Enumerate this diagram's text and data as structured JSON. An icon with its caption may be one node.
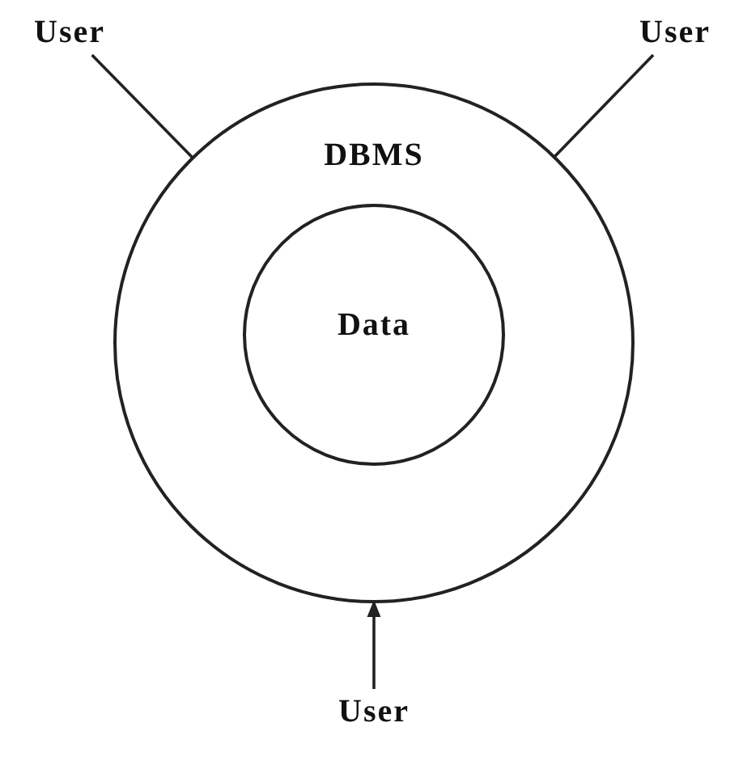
{
  "diagram": {
    "nodes": [
      {
        "text": [
          "User"
        ]
      },
      {
        "text": [
          "User"
        ]
      },
      {
        "text": [
          "DBMS"
        ]
      },
      {
        "text": [
          "Data"
        ],
        "in": 2
      },
      {
        "text": [
          "User"
        ]
      }
    ],
    "edges": [
      {
        "from": 0,
        "to": 2,
        "arrow": "none"
      },
      {
        "from": 1,
        "to": 2,
        "arrow": "none"
      },
      {
        "from": 4,
        "to": 2,
        "arrow": "to"
      }
    ]
  }
}
